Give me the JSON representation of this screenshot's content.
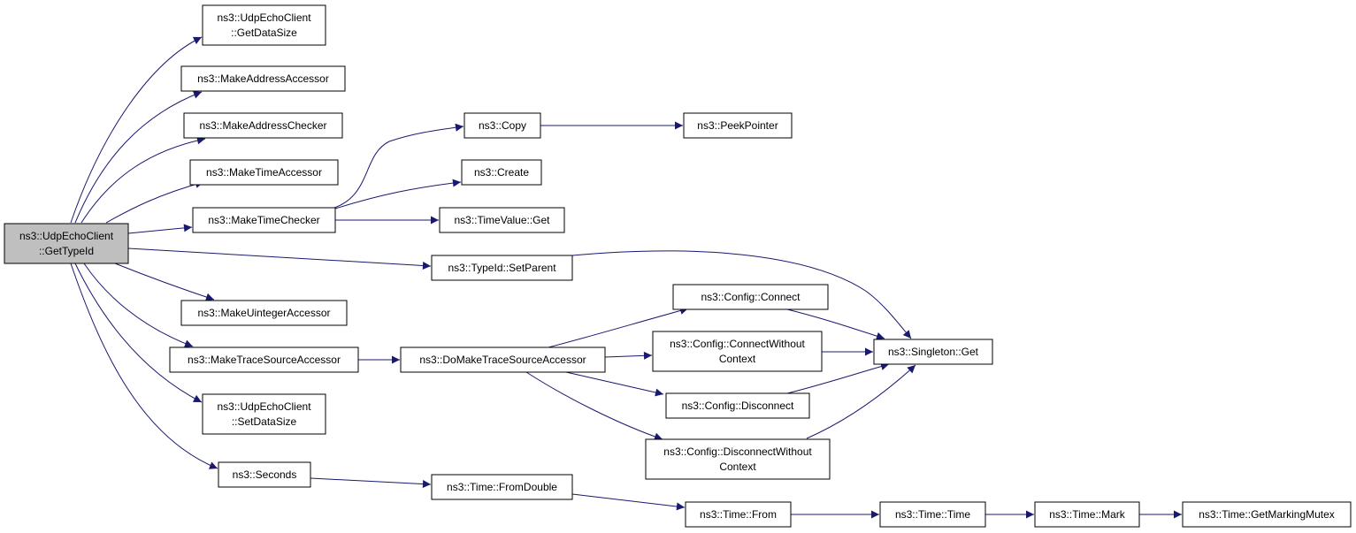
{
  "nodes": {
    "root": [
      "ns3::UdpEchoClient",
      "::GetTypeId"
    ],
    "get_data_size": [
      "ns3::UdpEchoClient",
      "::GetDataSize"
    ],
    "make_address_accessor": [
      "ns3::MakeAddressAccessor"
    ],
    "make_address_checker": [
      "ns3::MakeAddressChecker"
    ],
    "make_time_accessor": [
      "ns3::MakeTimeAccessor"
    ],
    "make_time_checker": [
      "ns3::MakeTimeChecker"
    ],
    "make_uinteger_accessor": [
      "ns3::MakeUintegerAccessor"
    ],
    "make_trace_source_accessor": [
      "ns3::MakeTraceSourceAccessor"
    ],
    "set_data_size": [
      "ns3::UdpEchoClient",
      "::SetDataSize"
    ],
    "seconds": [
      "ns3::Seconds"
    ],
    "copy": [
      "ns3::Copy"
    ],
    "peek_pointer": [
      "ns3::PeekPointer"
    ],
    "create": [
      "ns3::Create"
    ],
    "time_value_get": [
      "ns3::TimeValue::Get"
    ],
    "type_id_set_parent": [
      "ns3::TypeId::SetParent"
    ],
    "do_make_trace_source_accessor": [
      "ns3::DoMakeTraceSourceAccessor"
    ],
    "config_connect": [
      "ns3::Config::Connect"
    ],
    "config_connect_without_context": [
      "ns3::Config::ConnectWithout",
      "Context"
    ],
    "config_disconnect": [
      "ns3::Config::Disconnect"
    ],
    "config_disconnect_without_context": [
      "ns3::Config::DisconnectWithout",
      "Context"
    ],
    "singleton_get": [
      "ns3::Singleton::Get"
    ],
    "time_from_double": [
      "ns3::Time::FromDouble"
    ],
    "time_from": [
      "ns3::Time::From"
    ],
    "time_time": [
      "ns3::Time::Time"
    ],
    "time_mark": [
      "ns3::Time::Mark"
    ],
    "time_get_marking_mutex": [
      "ns3::Time::GetMarkingMutex"
    ]
  },
  "colors": {
    "edge": "#191970",
    "root_fill": "#bfbfbf",
    "node_fill": "#ffffff",
    "node_stroke": "#000000"
  }
}
